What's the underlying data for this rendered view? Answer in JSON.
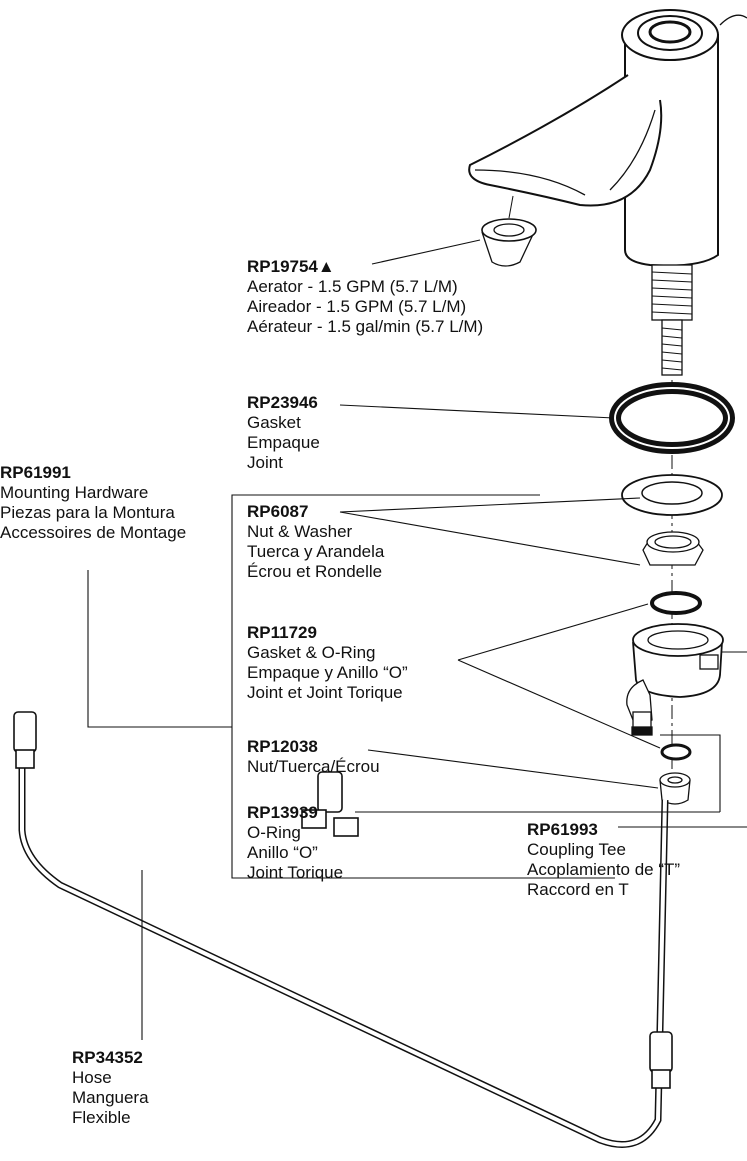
{
  "parts": [
    {
      "id": "aerator",
      "code": "RP19754",
      "marker": "▲",
      "lines": [
        "Aerator - 1.5 GPM (5.7 L/M)",
        "Aireador - 1.5 GPM (5.7 L/M)",
        "Aérateur - 1.5 gal/min (5.7 L/M)"
      ]
    },
    {
      "id": "gasket",
      "code": "RP23946",
      "lines": [
        "Gasket",
        "Empaque",
        "Joint"
      ]
    },
    {
      "id": "mounting",
      "code": "RP61991",
      "lines": [
        "Mounting Hardware",
        "Piezas para la Montura",
        "Accessoires de Montage"
      ]
    },
    {
      "id": "nut-washer",
      "code": "RP6087",
      "lines": [
        "Nut & Washer",
        "Tuerca y Arandela",
        "Écrou et Rondelle"
      ]
    },
    {
      "id": "gasket-oring",
      "code": "RP11729",
      "lines": [
        "Gasket & O-Ring",
        "Empaque y Anillo “O”",
        "Joint et Joint Torique"
      ]
    },
    {
      "id": "nut",
      "code": "RP12038",
      "lines": [
        "Nut/Tuerca/Écrou"
      ]
    },
    {
      "id": "oring",
      "code": "RP13939",
      "lines": [
        "O-Ring",
        "Anillo “O”",
        "Joint Torique"
      ]
    },
    {
      "id": "coupling-tee",
      "code": "RP61993",
      "lines": [
        "Coupling Tee",
        "Acoplamiento de “T”",
        "Raccord en T"
      ]
    },
    {
      "id": "hose",
      "code": "RP34352",
      "lines": [
        "Hose",
        "Manguera",
        "Flexible"
      ]
    }
  ]
}
